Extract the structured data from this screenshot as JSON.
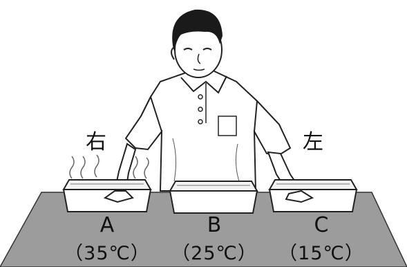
{
  "labels": {
    "right": "右",
    "left": "左"
  },
  "trays": [
    {
      "letter": "A",
      "temp": "（35℃）",
      "steam": true
    },
    {
      "letter": "B",
      "temp": "（25℃）",
      "steam": false
    },
    {
      "letter": "C",
      "temp": "（15℃）",
      "steam": false
    }
  ],
  "colors": {
    "table": "#9c9c9c",
    "outline": "#222222",
    "shirt": "#ffffff",
    "hair": "#1a1a1a"
  }
}
